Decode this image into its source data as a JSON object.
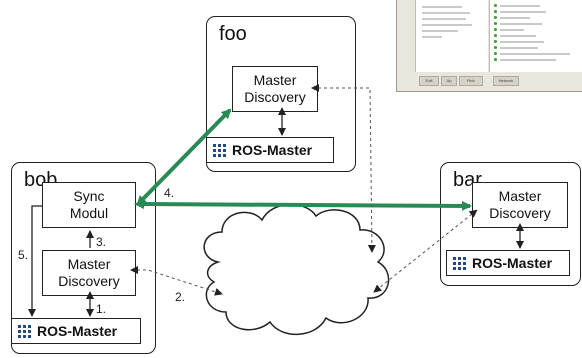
{
  "nodes": {
    "foo": {
      "title": "foo",
      "master_discovery": "Master\nDiscovery",
      "ros_master": "ROS-Master"
    },
    "bob": {
      "title": "bob",
      "sync_modul": "Sync\nModul",
      "master_discovery": "Master\nDiscovery",
      "ros_master": "ROS-Master"
    },
    "bar": {
      "title": "bar",
      "master_discovery": "Master\nDiscovery",
      "ros_master": "ROS-Master"
    }
  },
  "step_labels": {
    "s1": "1.",
    "s2": "2.",
    "s3": "3.",
    "s4": "4.",
    "s5": "5."
  },
  "colors": {
    "sync_arrow": "#2a8a55",
    "border": "#222222",
    "icon": "#1f4a8a"
  },
  "icons": [
    "ros-grid-icon",
    "cloud-icon"
  ],
  "screenshot_thumbnail": {
    "buttons": [
      "Edit",
      "Up",
      "Rviz",
      "Network"
    ]
  }
}
